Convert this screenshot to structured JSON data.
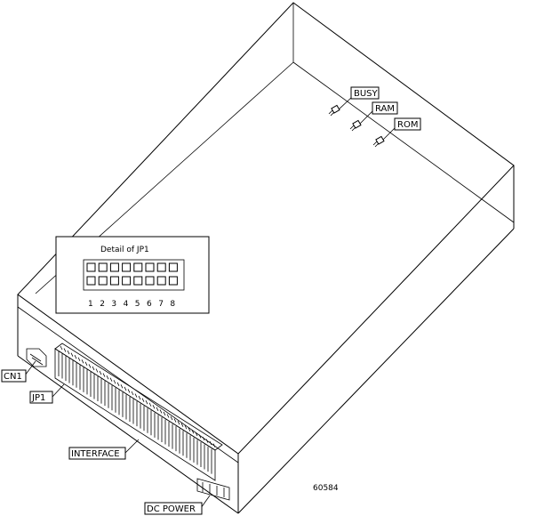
{
  "callouts": {
    "busy": "BUSY",
    "ram": "RAM",
    "rom": "ROM",
    "cn1": "CN1",
    "jp1": "JP1",
    "interface": "INTERFACE",
    "dc_power": "DC POWER"
  },
  "detail": {
    "title": "Detail of JP1",
    "numbers": [
      "1",
      "2",
      "3",
      "4",
      "5",
      "6",
      "7",
      "8"
    ]
  },
  "figure_id": "60584"
}
